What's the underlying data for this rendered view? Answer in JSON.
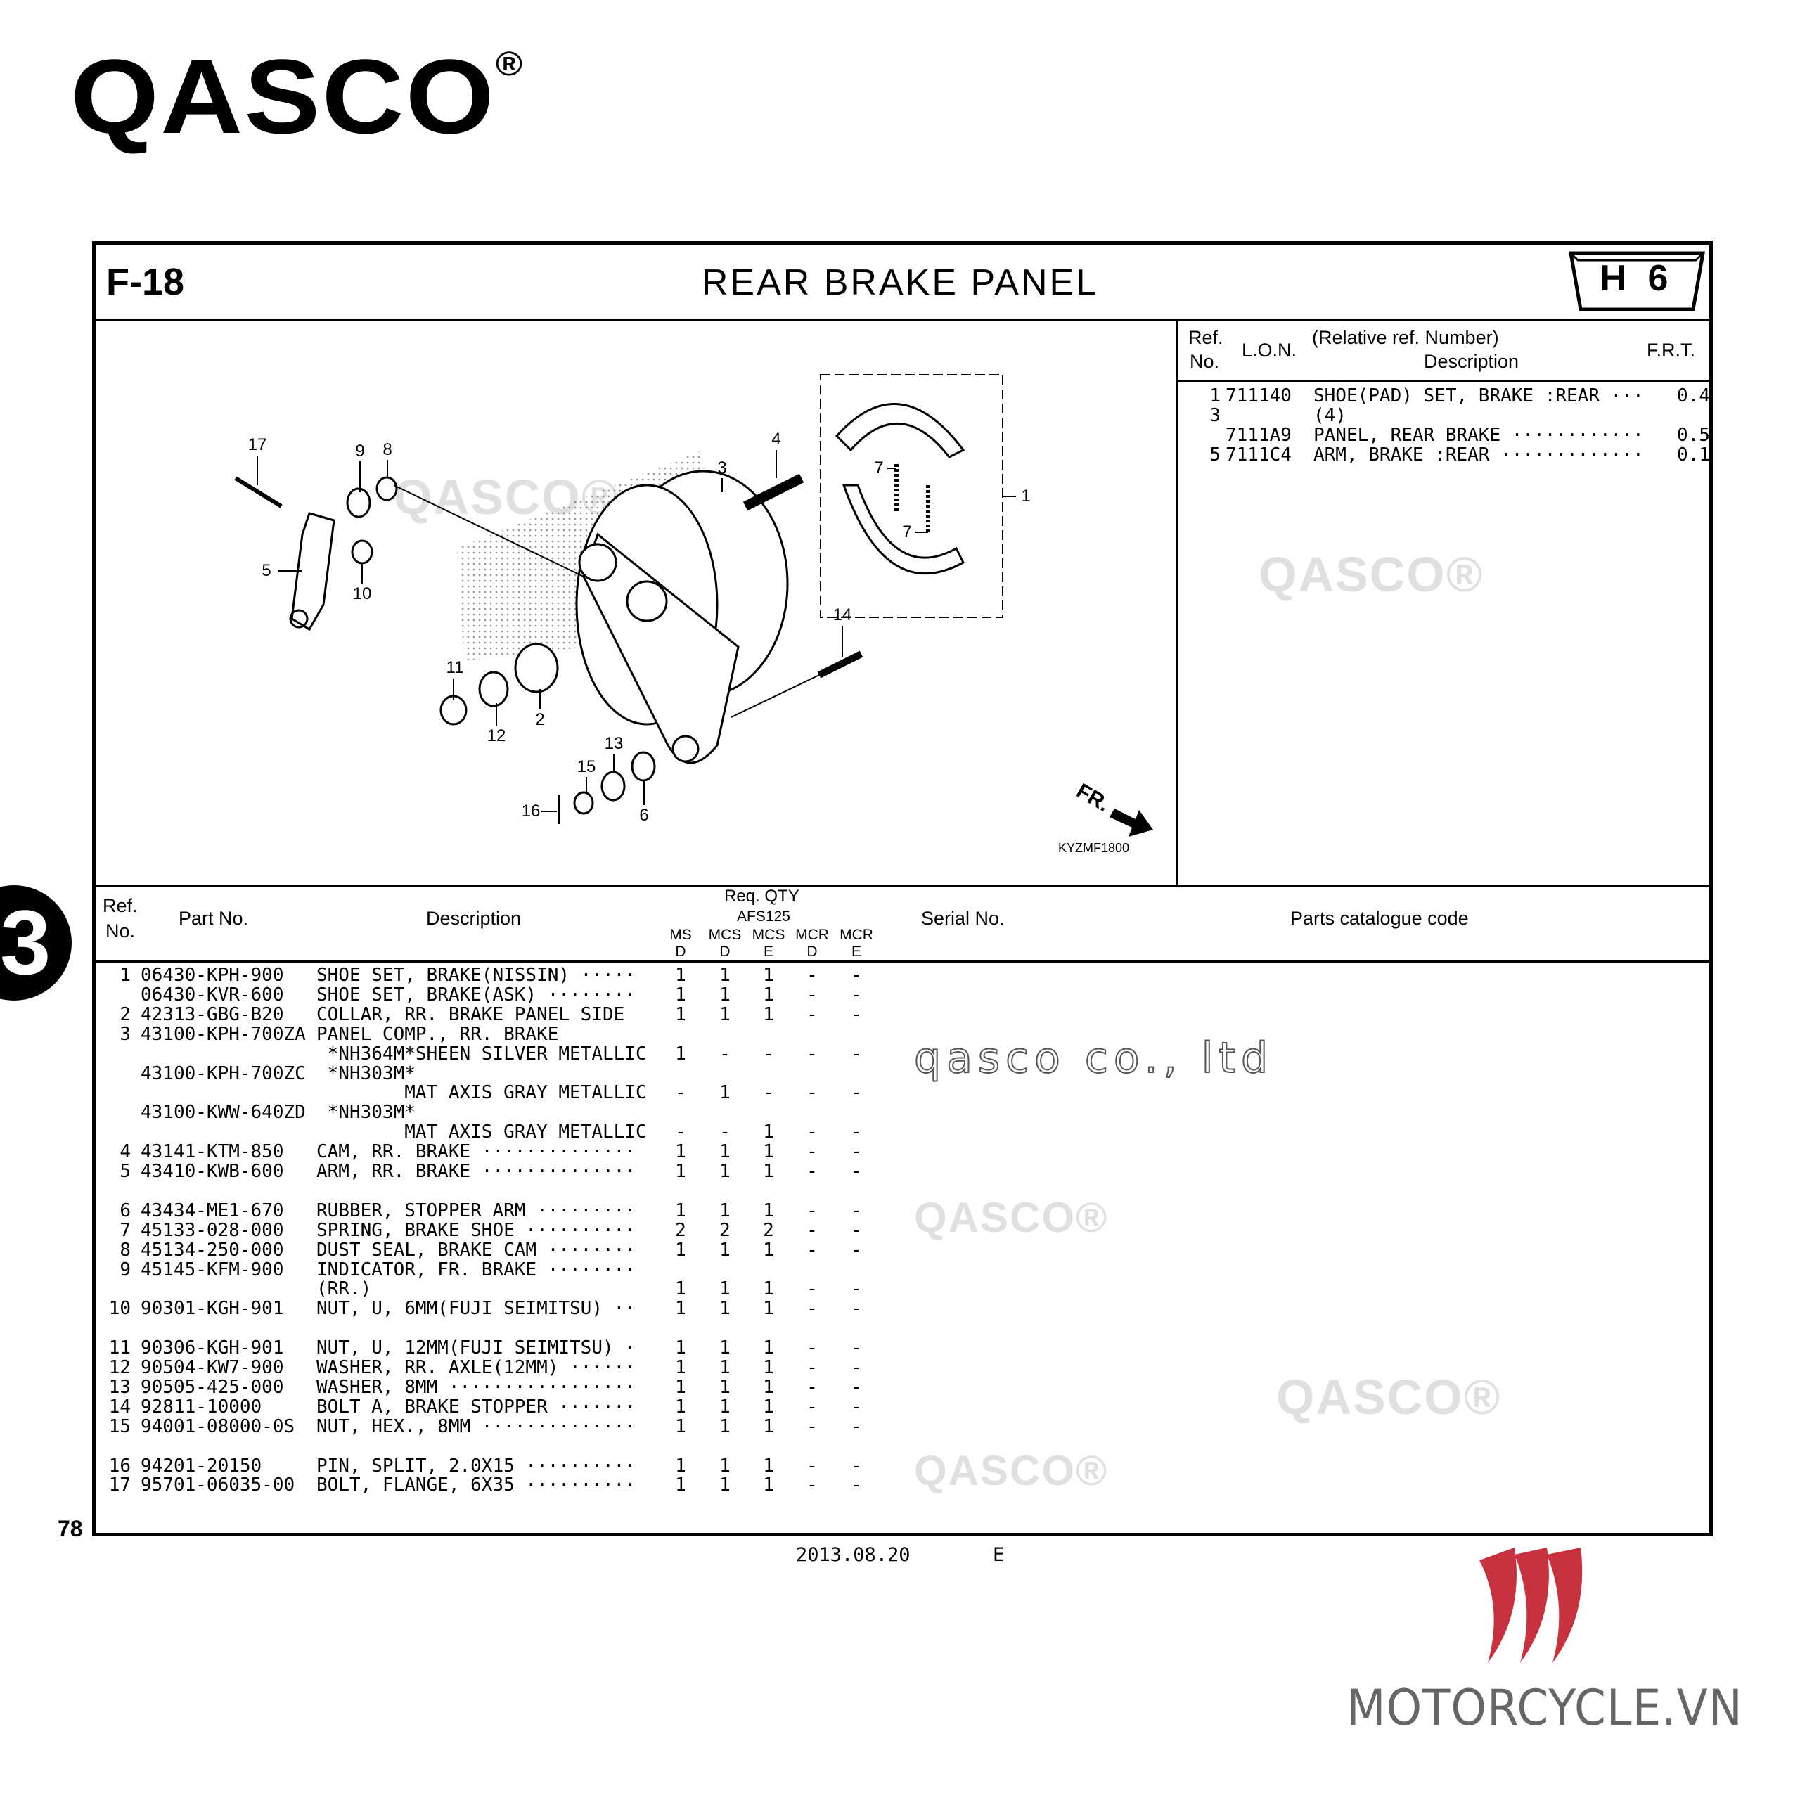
{
  "brand": {
    "logo_text": "QASCO",
    "registered": "®"
  },
  "header": {
    "section_code": "F-18",
    "title": "REAR BRAKE PANEL",
    "group_badge": "H 6"
  },
  "diagram": {
    "callouts": [
      "17",
      "9",
      "8",
      "5",
      "10",
      "4",
      "3",
      "1",
      "7",
      "7",
      "14",
      "11",
      "12",
      "2",
      "13",
      "15",
      "6",
      "16"
    ],
    "direction_label": "FR.",
    "figure_code": "KYZMF1800"
  },
  "frt_panel": {
    "headers": {
      "ref1": "Ref.",
      "ref2": "No.",
      "lon": "L.O.N.",
      "rel": "(Relative ref. Number)",
      "desc": "Description",
      "frt": "F.R.T."
    },
    "rows": [
      {
        "ref": "1",
        "lon": "711140",
        "desc": "SHOE(PAD) SET, BRAKE :REAR ···",
        "frt": "0.4"
      },
      {
        "ref": "3",
        "lon": "",
        "desc": "(4)",
        "frt": ""
      },
      {
        "ref": "",
        "lon": "7111A9",
        "desc": "PANEL, REAR BRAKE ············",
        "frt": "0.5"
      },
      {
        "ref": "5",
        "lon": "7111C4",
        "desc": "ARM, BRAKE :REAR ·············",
        "frt": "0.1"
      }
    ]
  },
  "parts_table": {
    "headers": {
      "ref1": "Ref.",
      "ref2": "No.",
      "part_no": "Part No.",
      "description": "Description",
      "req_qty": "Req. QTY",
      "model": "AFS125",
      "variants": [
        [
          "MS",
          "D"
        ],
        [
          "MCS",
          "D"
        ],
        [
          "MCS",
          "E"
        ],
        [
          "MCR",
          "D"
        ],
        [
          "MCR",
          "E"
        ]
      ],
      "serial_no": "Serial No.",
      "catalogue_code": "Parts catalogue code"
    },
    "rows": [
      {
        "ref": "1",
        "part": "06430-KPH-900",
        "desc": "SHOE SET, BRAKE(NISSIN) ·····",
        "qty": [
          "1",
          "1",
          "1",
          "-",
          "-"
        ]
      },
      {
        "ref": "",
        "part": "06430-KVR-600",
        "desc": "SHOE SET, BRAKE(ASK) ········",
        "qty": [
          "1",
          "1",
          "1",
          "-",
          "-"
        ]
      },
      {
        "ref": "2",
        "part": "42313-GBG-B20",
        "desc": "COLLAR, RR. BRAKE PANEL SIDE",
        "qty": [
          "1",
          "1",
          "1",
          "-",
          "-"
        ]
      },
      {
        "ref": "3",
        "part": "43100-KPH-700ZA",
        "desc": "PANEL COMP., RR. BRAKE",
        "qty": []
      },
      {
        "ref": "",
        "part": "",
        "desc": " *NH364M*SHEEN SILVER METALLIC",
        "qty": [
          "1",
          "-",
          "-",
          "-",
          "-"
        ]
      },
      {
        "ref": "",
        "part": "43100-KPH-700ZC",
        "desc": " *NH303M*",
        "qty": []
      },
      {
        "ref": "",
        "part": "",
        "desc": "        MAT AXIS GRAY METALLIC",
        "qty": [
          "-",
          "1",
          "-",
          "-",
          "-"
        ]
      },
      {
        "ref": "",
        "part": "43100-KWW-640ZD",
        "desc": " *NH303M*",
        "qty": []
      },
      {
        "ref": "",
        "part": "",
        "desc": "        MAT AXIS GRAY METALLIC",
        "qty": [
          "-",
          "-",
          "1",
          "-",
          "-"
        ]
      },
      {
        "ref": "4",
        "part": "43141-KTM-850",
        "desc": "CAM, RR. BRAKE ··············",
        "qty": [
          "1",
          "1",
          "1",
          "-",
          "-"
        ]
      },
      {
        "ref": "5",
        "part": "43410-KWB-600",
        "desc": "ARM, RR. BRAKE ··············",
        "qty": [
          "1",
          "1",
          "1",
          "-",
          "-"
        ]
      },
      {
        "spacer": true
      },
      {
        "ref": "6",
        "part": "43434-ME1-670",
        "desc": "RUBBER, STOPPER ARM ·········",
        "qty": [
          "1",
          "1",
          "1",
          "-",
          "-"
        ]
      },
      {
        "ref": "7",
        "part": "45133-028-000",
        "desc": "SPRING, BRAKE SHOE ··········",
        "qty": [
          "2",
          "2",
          "2",
          "-",
          "-"
        ]
      },
      {
        "ref": "8",
        "part": "45134-250-000",
        "desc": "DUST SEAL, BRAKE CAM ········",
        "qty": [
          "1",
          "1",
          "1",
          "-",
          "-"
        ]
      },
      {
        "ref": "9",
        "part": "45145-KFM-900",
        "desc": "INDICATOR, FR. BRAKE ········",
        "qty": []
      },
      {
        "ref": "",
        "part": "",
        "desc": "(RR.)",
        "qty": [
          "1",
          "1",
          "1",
          "-",
          "-"
        ]
      },
      {
        "ref": "10",
        "part": "90301-KGH-901",
        "desc": "NUT, U, 6MM(FUJI SEIMITSU) ··",
        "qty": [
          "1",
          "1",
          "1",
          "-",
          "-"
        ]
      },
      {
        "spacer": true
      },
      {
        "ref": "11",
        "part": "90306-KGH-901",
        "desc": "NUT, U, 12MM(FUJI SEIMITSU) ·",
        "qty": [
          "1",
          "1",
          "1",
          "-",
          "-"
        ]
      },
      {
        "ref": "12",
        "part": "90504-KW7-900",
        "desc": "WASHER, RR. AXLE(12MM) ······",
        "qty": [
          "1",
          "1",
          "1",
          "-",
          "-"
        ]
      },
      {
        "ref": "13",
        "part": "90505-425-000",
        "desc": "WASHER, 8MM ·················",
        "qty": [
          "1",
          "1",
          "1",
          "-",
          "-"
        ]
      },
      {
        "ref": "14",
        "part": "92811-10000",
        "desc": "BOLT A, BRAKE STOPPER ·······",
        "qty": [
          "1",
          "1",
          "1",
          "-",
          "-"
        ]
      },
      {
        "ref": "15",
        "part": "94001-08000-0S",
        "desc": "NUT, HEX., 8MM ··············",
        "qty": [
          "1",
          "1",
          "1",
          "-",
          "-"
        ]
      },
      {
        "spacer": true
      },
      {
        "ref": "16",
        "part": "94201-20150",
        "desc": "PIN, SPLIT, 2.0X15 ··········",
        "qty": [
          "1",
          "1",
          "1",
          "-",
          "-"
        ]
      },
      {
        "ref": "17",
        "part": "95701-06035-00",
        "desc": "BOLT, FLANGE, 6X35 ··········",
        "qty": [
          "1",
          "1",
          "1",
          "-",
          "-"
        ]
      }
    ]
  },
  "footer": {
    "page_number": "78",
    "date": "2013.08.20",
    "edition": "E",
    "chapter_tab": "3"
  },
  "watermarks": {
    "outline_text": "qasco co., ltd",
    "logo_text": "QASCO®"
  },
  "partner_logo": {
    "text": "MOTORCYCLE.VN",
    "color": "#c8323f",
    "text_color": "#666666"
  }
}
